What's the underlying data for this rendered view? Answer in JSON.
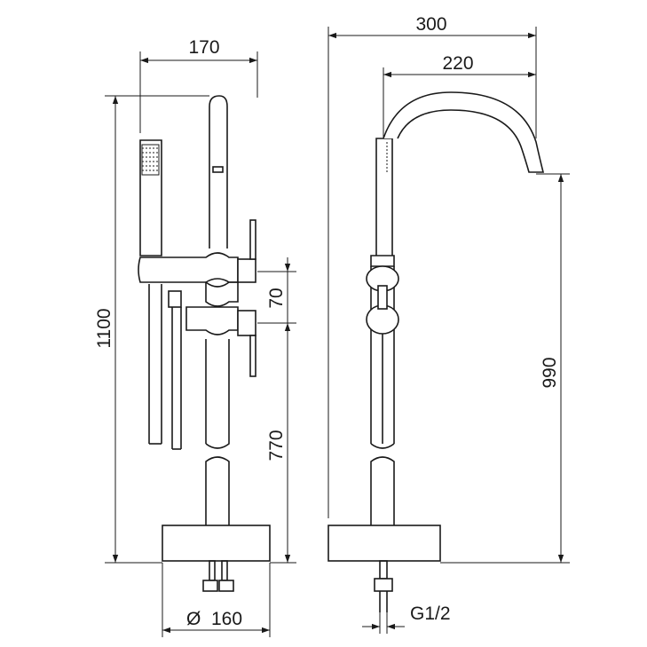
{
  "dimensions": {
    "front_width": "170",
    "total_height": "1100",
    "handle_spacing": "70",
    "handle_height": "770",
    "base_diameter_symbol": "Ø",
    "base_diameter": "160",
    "total_depth": "300",
    "spout_reach": "220",
    "spout_height": "990",
    "connection": "G1/2"
  }
}
